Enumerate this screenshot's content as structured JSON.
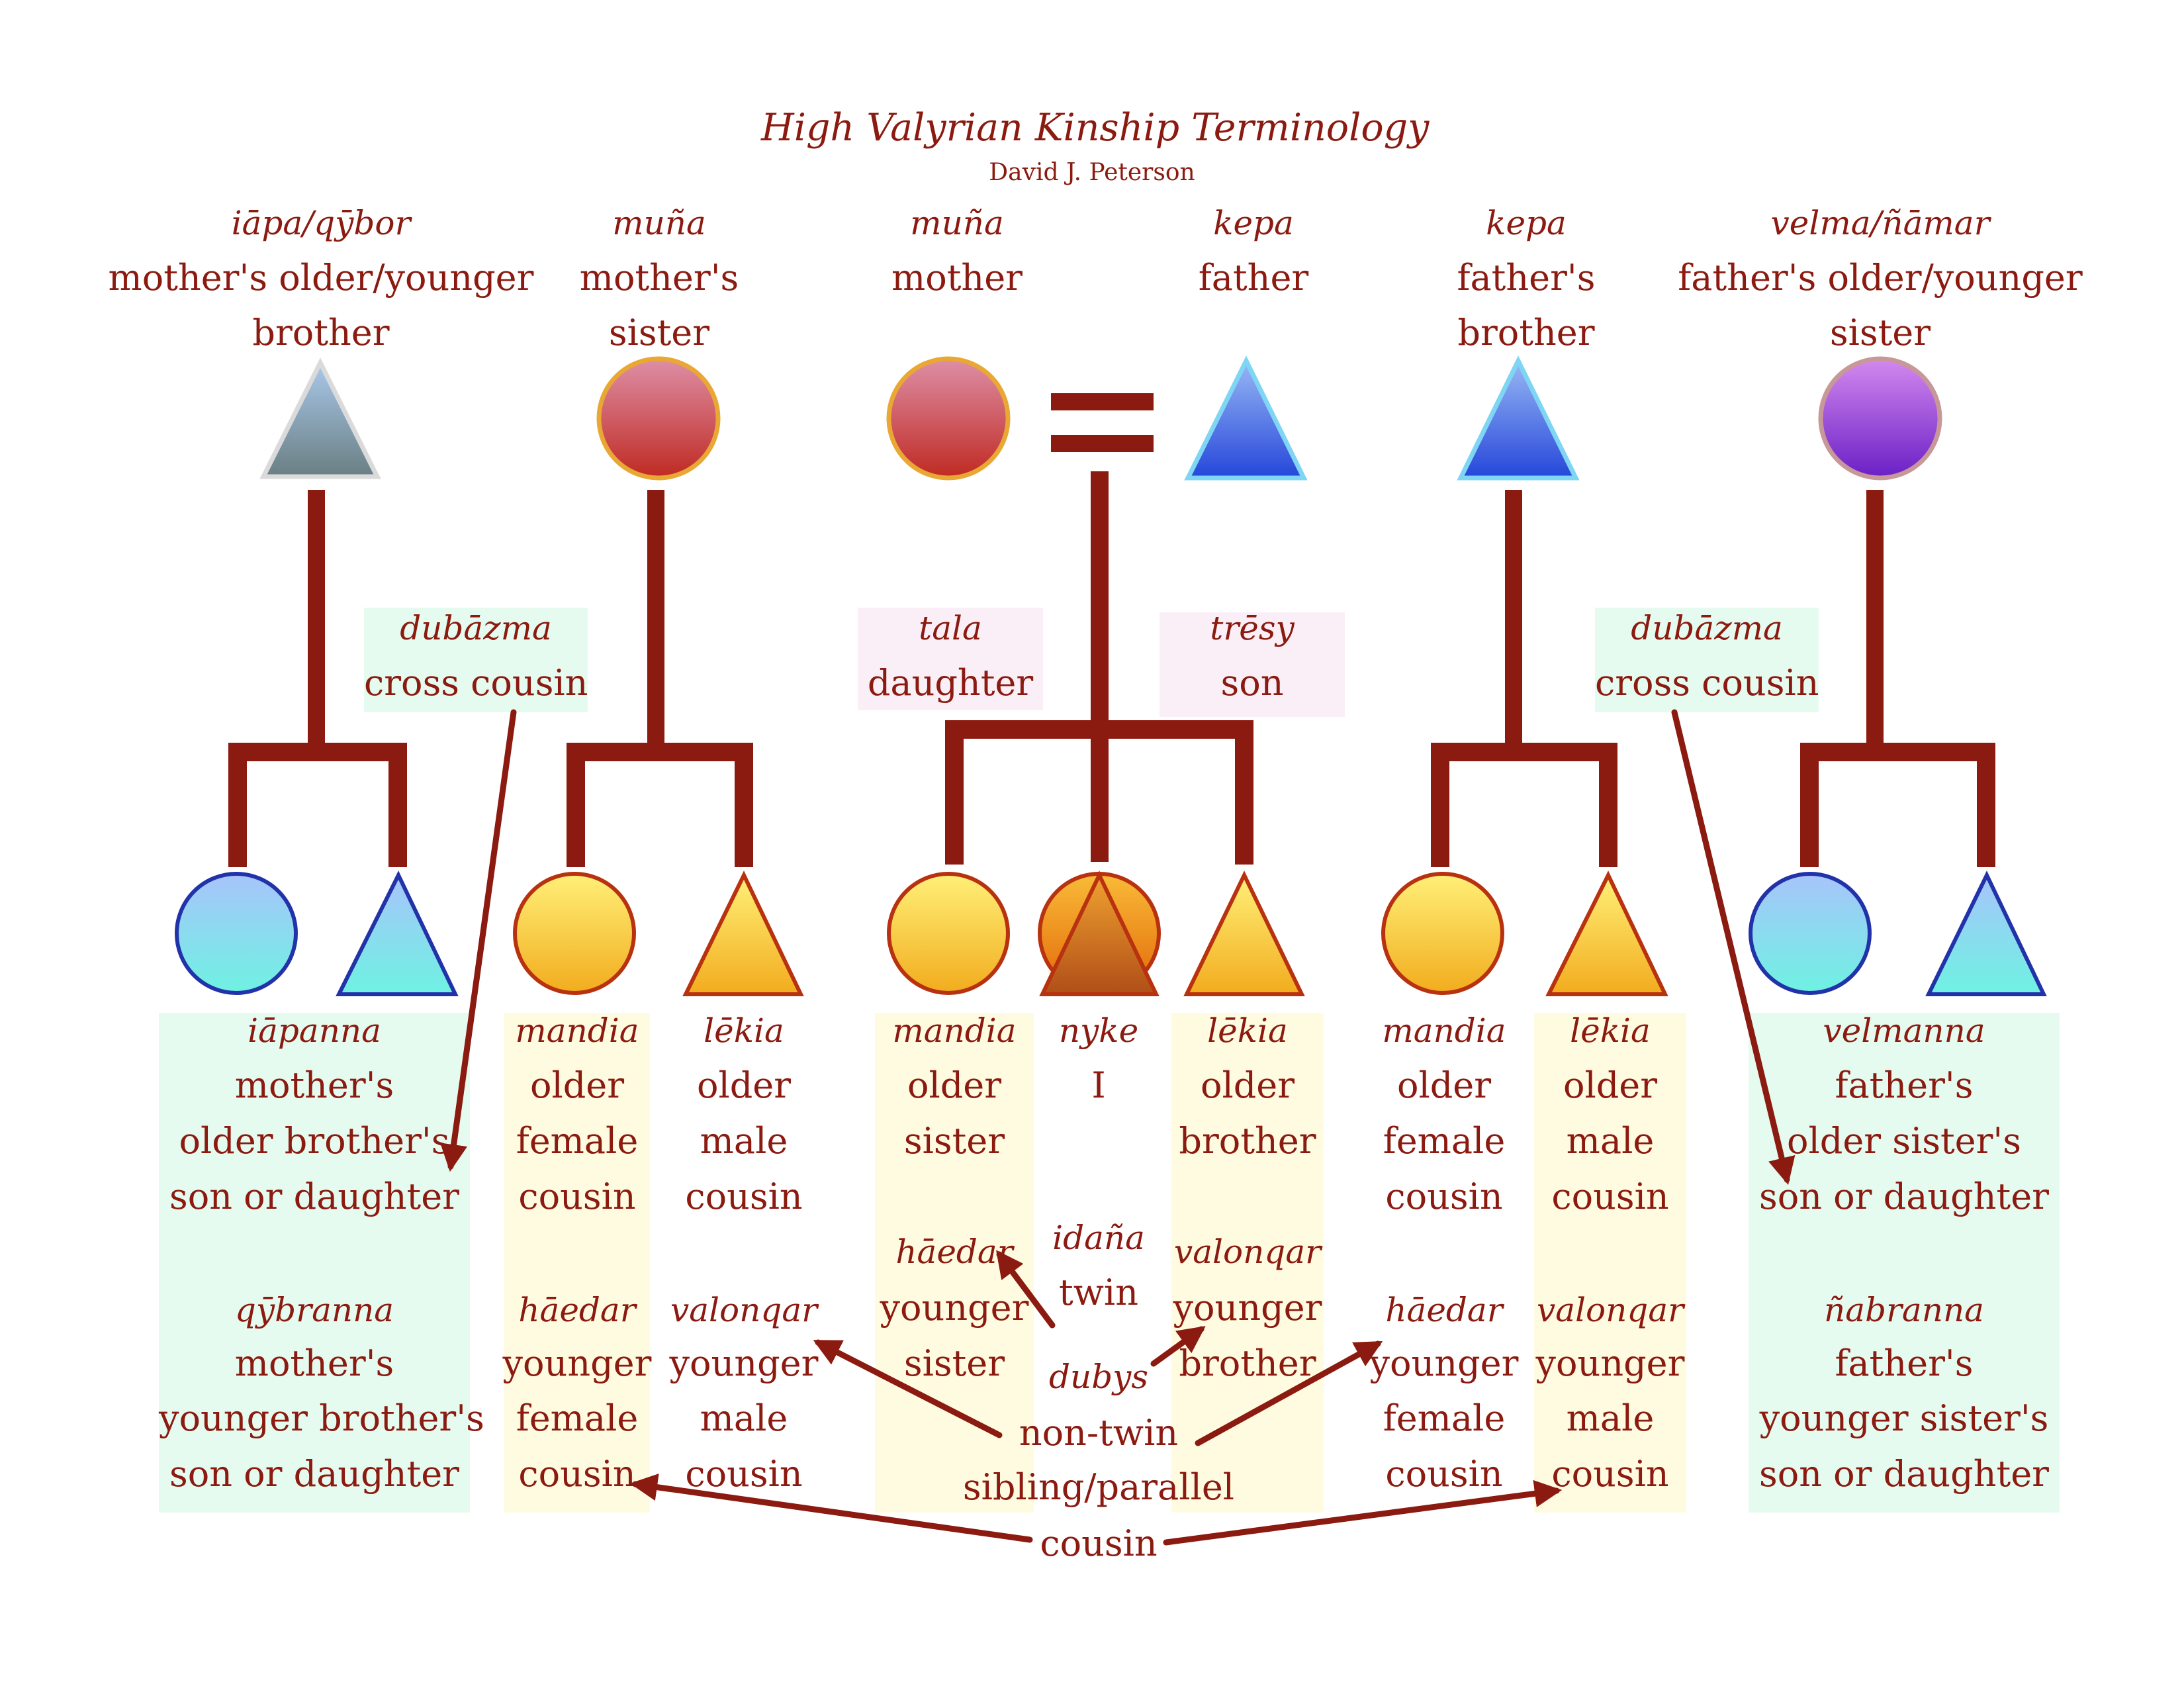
{
  "title": "High Valyrian Kinship Terminology",
  "author": "David J. Peterson",
  "colors": {
    "ink": "#8b1a10",
    "line": "#8b1a10",
    "mint": "#e6fbf0",
    "cream": "#fffbe0",
    "pink": "#fbeff7"
  },
  "parents": {
    "mb": {
      "term": "iāpa/qȳbor",
      "gloss1": "mother's older/younger",
      "gloss2": "brother"
    },
    "mz": {
      "term": "muña",
      "gloss1": "mother's",
      "gloss2": "sister"
    },
    "m": {
      "term": "muña",
      "gloss1": "mother"
    },
    "f": {
      "term": "kepa",
      "gloss1": "father"
    },
    "fb": {
      "term": "kepa",
      "gloss1": "father's",
      "gloss2": "brother"
    },
    "fz": {
      "term": "velma/ñāmar",
      "gloss1": "father's older/younger",
      "gloss2": "sister"
    }
  },
  "mid_labels": {
    "cross_left": {
      "term": "dubāzma",
      "gloss": "cross cousin"
    },
    "daughter": {
      "term": "tala",
      "gloss": "daughter"
    },
    "son": {
      "term": "trēsy",
      "gloss": "son"
    },
    "cross_right": {
      "term": "dubāzma",
      "gloss": "cross cousin"
    }
  },
  "children": {
    "mb_col": {
      "term1": "iāpanna",
      "g1": [
        "mother's",
        "older brother's",
        "son or daughter"
      ],
      "term2": "qȳbranna",
      "g2": [
        "mother's",
        "younger brother's",
        "son or daughter"
      ]
    },
    "mz_f": {
      "term1": "mandia",
      "g1": [
        "older",
        "female",
        "cousin"
      ],
      "term2": "hāedar",
      "g2": [
        "younger",
        "female",
        "cousin"
      ]
    },
    "mz_m": {
      "term1": "lēkia",
      "g1": [
        "older",
        "male",
        "cousin"
      ],
      "term2": "valonqar",
      "g2": [
        "younger",
        "male",
        "cousin"
      ]
    },
    "sis": {
      "term1": "mandia",
      "g1": [
        "older",
        "sister"
      ],
      "term2": "hāedar",
      "g2": [
        "younger",
        "sister"
      ]
    },
    "ego": {
      "term1": "nyke",
      "g1": [
        "I"
      ],
      "term2": "idaña",
      "g2": [
        "twin"
      ]
    },
    "bro": {
      "term1": "lēkia",
      "g1": [
        "older",
        "brother"
      ],
      "term2": "valonqar",
      "g2": [
        "younger",
        "brother"
      ]
    },
    "fb_f": {
      "term1": "mandia",
      "g1": [
        "older",
        "female",
        "cousin"
      ],
      "term2": "hāedar",
      "g2": [
        "younger",
        "female",
        "cousin"
      ]
    },
    "fb_m": {
      "term1": "lēkia",
      "g1": [
        "older",
        "male",
        "cousin"
      ],
      "term2": "valonqar",
      "g2": [
        "younger",
        "male",
        "cousin"
      ]
    },
    "fz_col": {
      "term1": "velmanna",
      "g1": [
        "father's",
        "older sister's",
        "son or daughter"
      ],
      "term2": "ñabranna",
      "g2": [
        "father's",
        "younger sister's",
        "son or daughter"
      ]
    }
  },
  "dubys": {
    "term": "dubys",
    "lines": [
      "non-twin",
      "sibling/parallel",
      "cousin"
    ]
  }
}
